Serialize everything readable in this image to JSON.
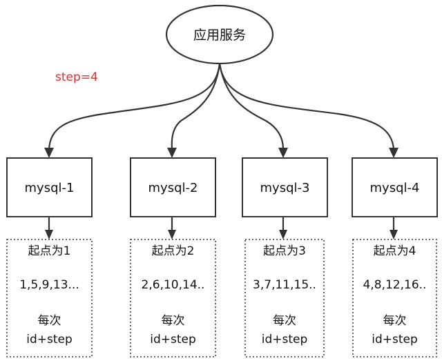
{
  "service": {
    "label": "应用服务"
  },
  "step": {
    "label": "step=4",
    "color": "#e0302c"
  },
  "databases": [
    {
      "name": "mysql-1",
      "start": "起点为1",
      "sequence": "1,5,9,13...",
      "rule_line1": "每次",
      "rule_line2": "id+step"
    },
    {
      "name": "mysql-2",
      "start": "起点为2",
      "sequence": "2,6,10,14..",
      "rule_line1": "每次",
      "rule_line2": "id+step"
    },
    {
      "name": "mysql-3",
      "start": "起点为3",
      "sequence": "3,7,11,15..",
      "rule_line1": "每次",
      "rule_line2": "id+step"
    },
    {
      "name": "mysql-4",
      "start": "起点为4",
      "sequence": "4,8,12,16..",
      "rule_line1": "每次",
      "rule_line2": "id+step"
    }
  ]
}
